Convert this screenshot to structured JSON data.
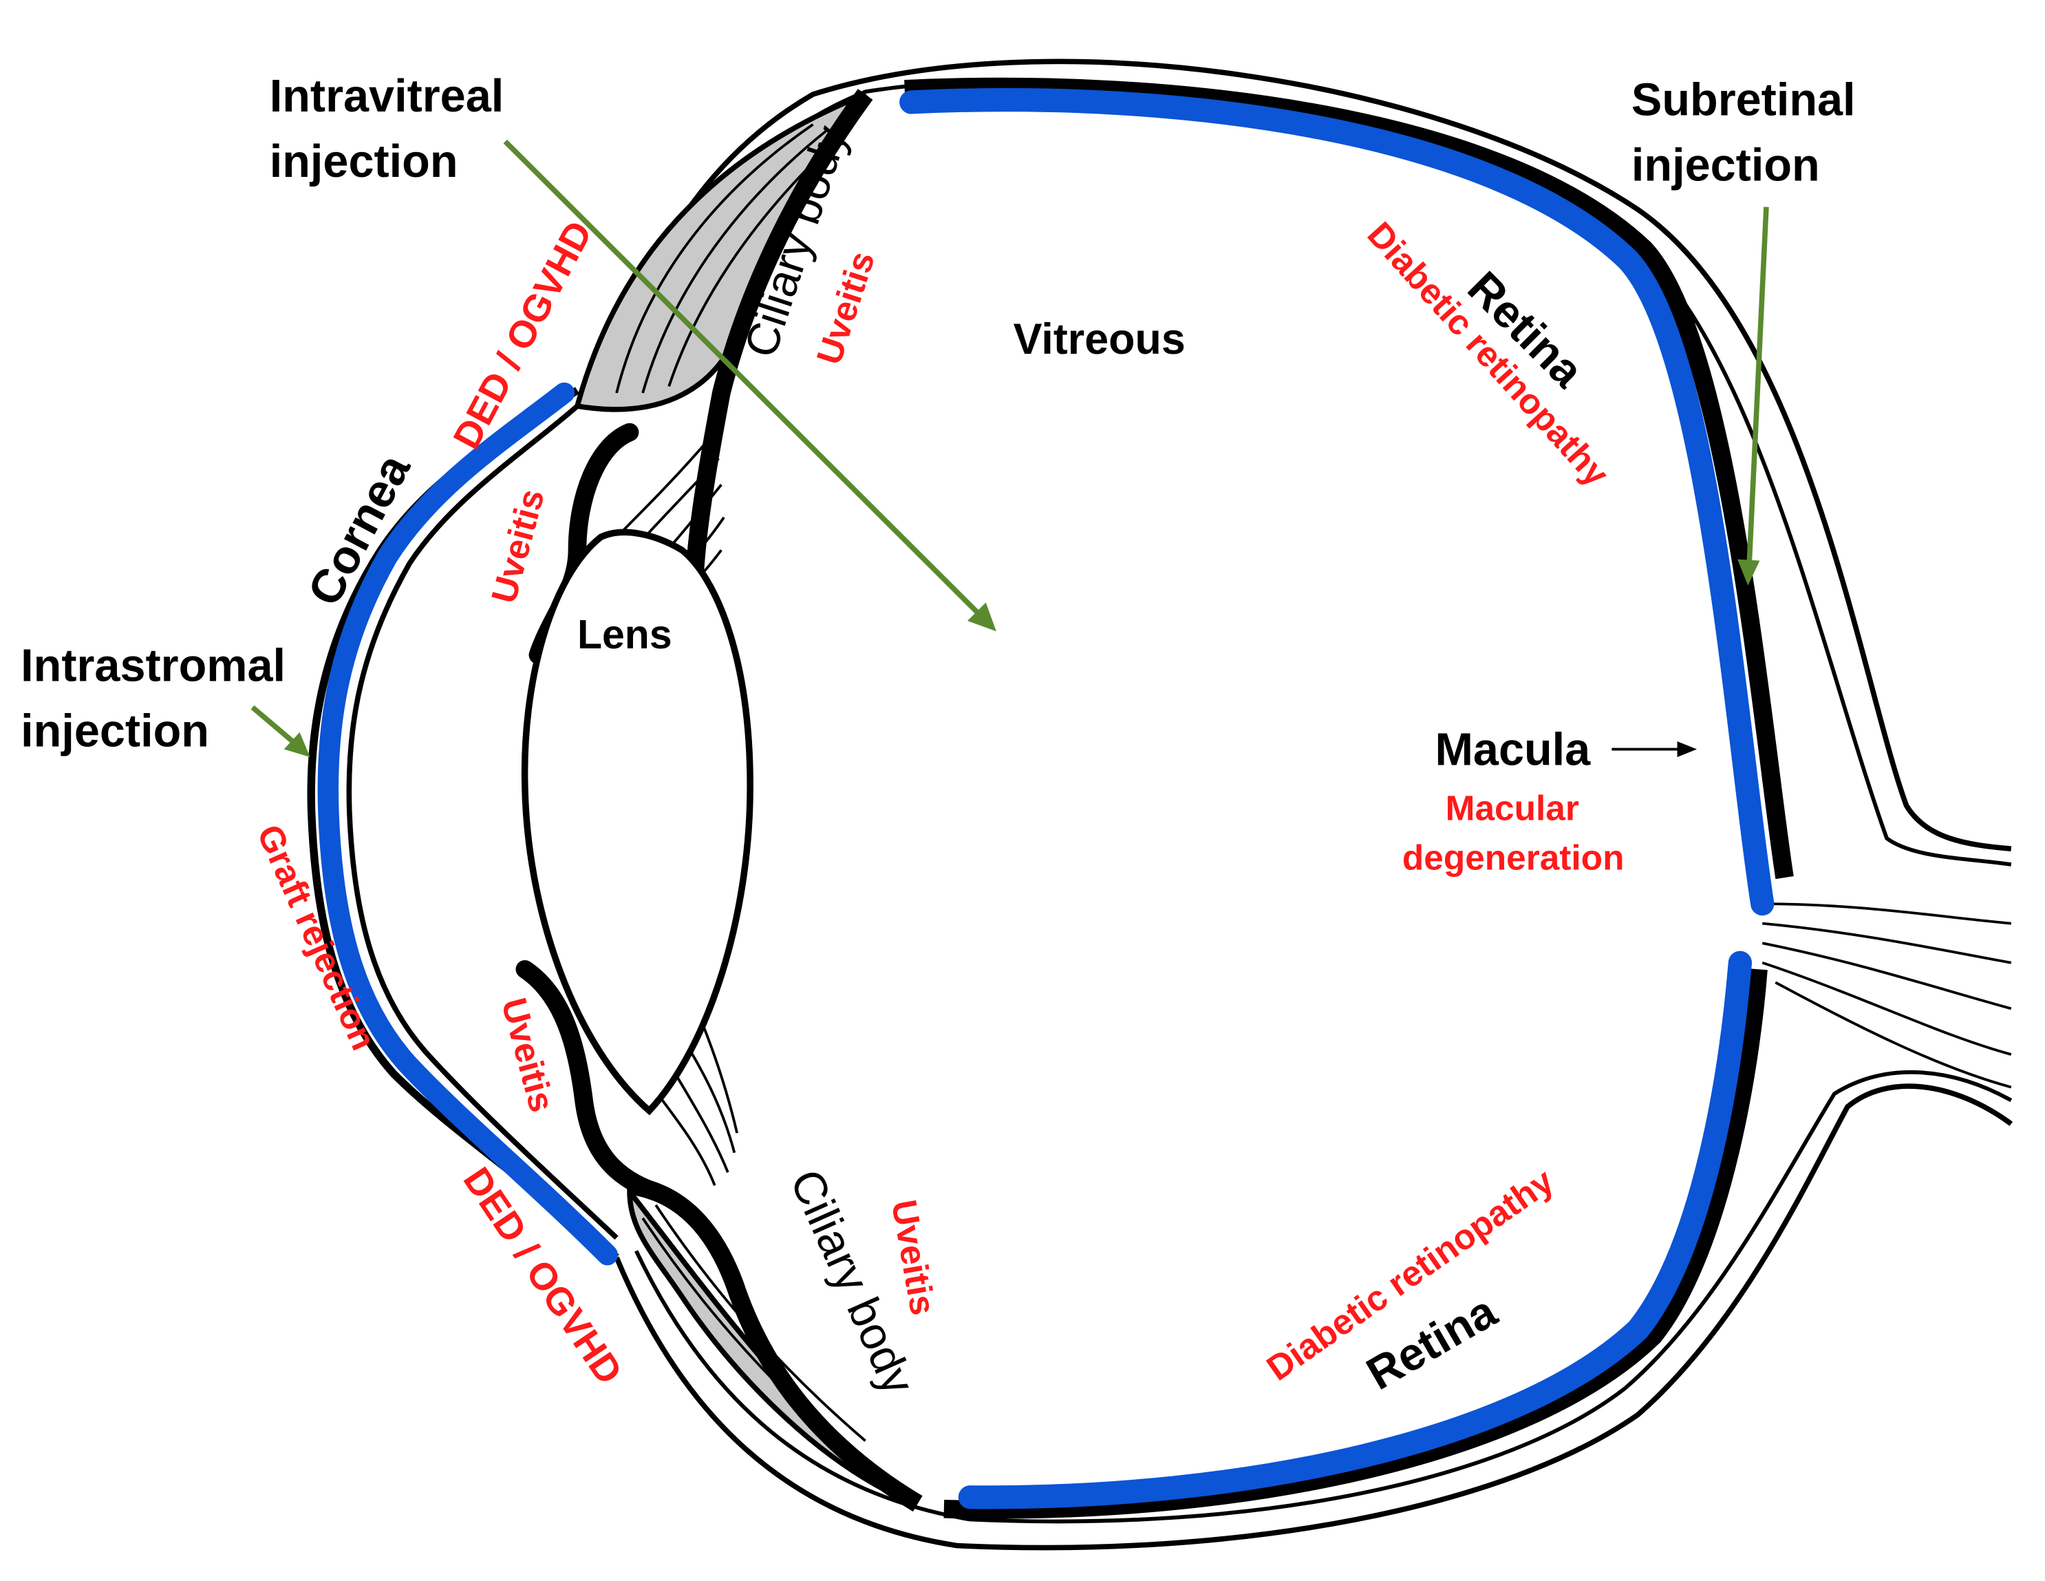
{
  "colors": {
    "structure": "#000000",
    "highlight": "#0b55d6",
    "disease": "#ff1a1a",
    "injection": "#5a8a2e",
    "shade": "#c9c9c9"
  },
  "injections": {
    "intravitreal": [
      "Intravitreal",
      "injection"
    ],
    "subretinal": [
      "Subretinal",
      "injection"
    ],
    "intrastromal": [
      "Intrastromal",
      "injection"
    ]
  },
  "structures": {
    "cornea": "Cornea",
    "lens": "Lens",
    "vitreous": "Vitreous",
    "ciliary_body_top": "Ciliary body",
    "ciliary_body_bottom": "Ciliary body",
    "retina_top": "Retina",
    "retina_bottom": "Retina",
    "macula": "Macula"
  },
  "diseases": {
    "ded_top": "DED / OGVHD",
    "ded_bottom": "DED / OGVHD",
    "uveitis_iris_top": "Uveitis",
    "uveitis_iris_bottom": "Uveitis",
    "uveitis_ciliary_top": "Uveitis",
    "uveitis_ciliary_bottom": "Uveitis",
    "graft_rejection": "Graft rejection",
    "diabetic_top": "Diabetic retinopathy",
    "diabetic_bottom": "Diabetic retinopathy",
    "macular": [
      "Macular",
      "degeneration"
    ]
  }
}
